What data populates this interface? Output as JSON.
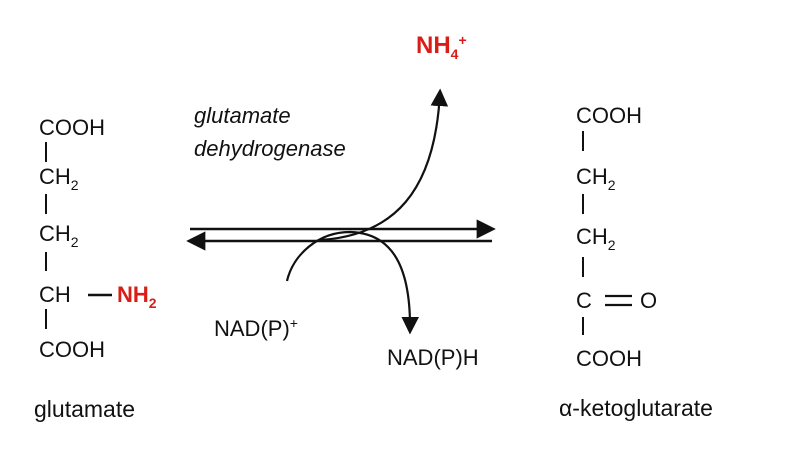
{
  "diagram": {
    "enzyme_line1": "glutamate",
    "enzyme_line2": "dehydrogenase",
    "ammonium": {
      "main": "NH",
      "sub": "4",
      "sup": "+"
    },
    "left_molecule": {
      "name": "glutamate",
      "cooh_top": "COOH",
      "ch2_1_main": "CH",
      "ch2_1_sub": "2",
      "ch2_2_main": "CH",
      "ch2_2_sub": "2",
      "ch": "CH",
      "amine_main": "NH",
      "amine_sub": "2",
      "cooh_bottom": "COOH"
    },
    "right_molecule": {
      "name": "α-ketoglutarate",
      "cooh_top": "COOH",
      "ch2_1_main": "CH",
      "ch2_1_sub": "2",
      "ch2_2_main": "CH",
      "ch2_2_sub": "2",
      "carbonyl_c": "C",
      "carbonyl_o": "O",
      "cooh_bottom": "COOH"
    },
    "cofactor_in": {
      "main": "NAD(P)",
      "sup": "+"
    },
    "cofactor_out": "NAD(P)H",
    "colors": {
      "text": "#111111",
      "accent": "#d91e18"
    }
  }
}
